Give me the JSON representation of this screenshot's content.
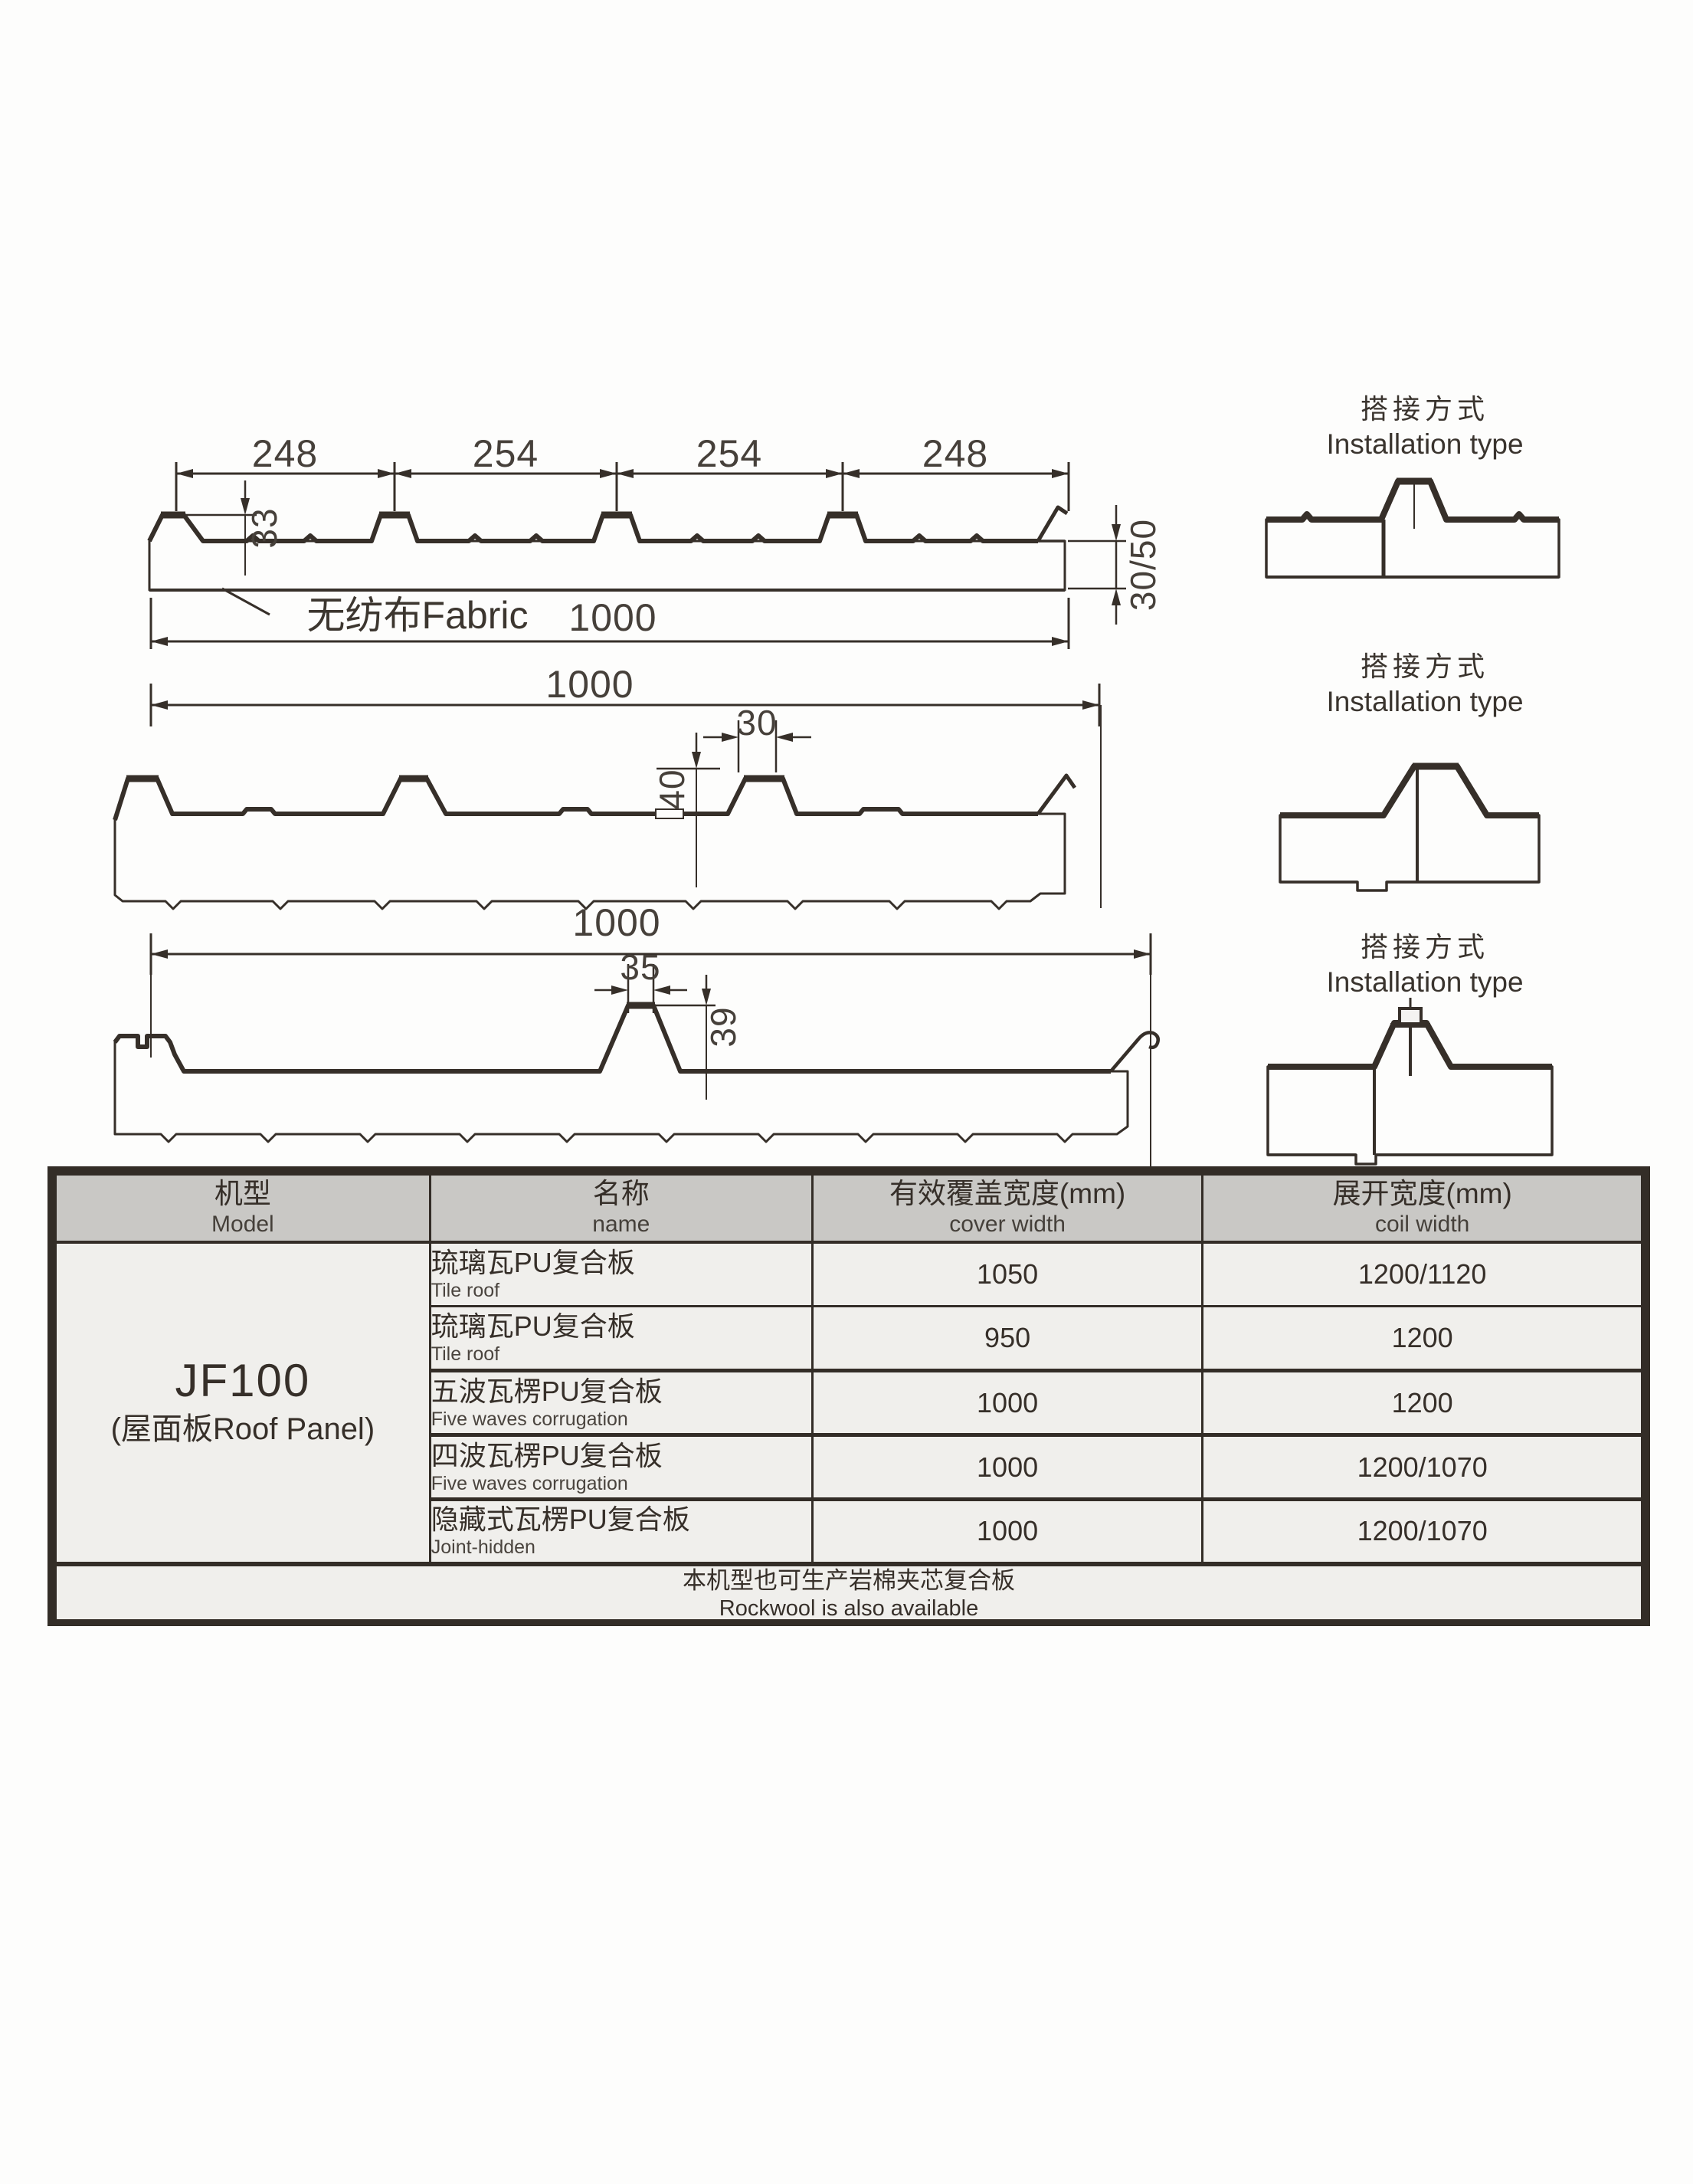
{
  "colors": {
    "ink": "#362f29",
    "hatch": "#3b342d",
    "table_header_bg": "#c9c8c5",
    "cell_bg": "#f0efec"
  },
  "diagram1": {
    "seg_dims": [
      "248",
      "254",
      "254",
      "248"
    ],
    "rib_height": "33",
    "thickness": "30/50",
    "fabric_label": "无纺布Fabric",
    "panel_width": "1000"
  },
  "diagram2": {
    "panel_width": "1000",
    "rib_top_width": "30",
    "rib_height": "40"
  },
  "diagram3": {
    "panel_width": "1000",
    "rib_top_width": "35",
    "rib_height": "39"
  },
  "installation": {
    "title_zh": "搭接方式",
    "title_en": "Installation type"
  },
  "spec_table": {
    "columns": [
      {
        "zh": "机型",
        "en": "Model"
      },
      {
        "zh": "名称",
        "en": "name"
      },
      {
        "zh": "有效覆盖宽度(mm)",
        "en": "cover width"
      },
      {
        "zh": "展开宽度(mm)",
        "en": "coil width"
      }
    ],
    "model": {
      "code": "JF100",
      "subtitle": "(屋面板Roof Panel)"
    },
    "rows": [
      {
        "name_zh": "琉璃瓦PU复合板",
        "name_en": "Tile roof",
        "cover_width": "1050",
        "coil_width": "1200/1120"
      },
      {
        "name_zh": "琉璃瓦PU复合板",
        "name_en": "Tile roof",
        "cover_width": "950",
        "coil_width": "1200"
      },
      {
        "name_zh": "五波瓦楞PU复合板",
        "name_en": "Five waves corrugation",
        "cover_width": "1000",
        "coil_width": "1200"
      },
      {
        "name_zh": "四波瓦楞PU复合板",
        "name_en": "Five waves corrugation",
        "cover_width": "1000",
        "coil_width": "1200/1070"
      },
      {
        "name_zh": "隐藏式瓦楞PU复合板",
        "name_en": "Joint-hidden",
        "cover_width": "1000",
        "coil_width": "1200/1070"
      }
    ],
    "note": {
      "zh": "本机型也可生产岩棉夹芯复合板",
      "en": "Rockwool is also available"
    }
  }
}
